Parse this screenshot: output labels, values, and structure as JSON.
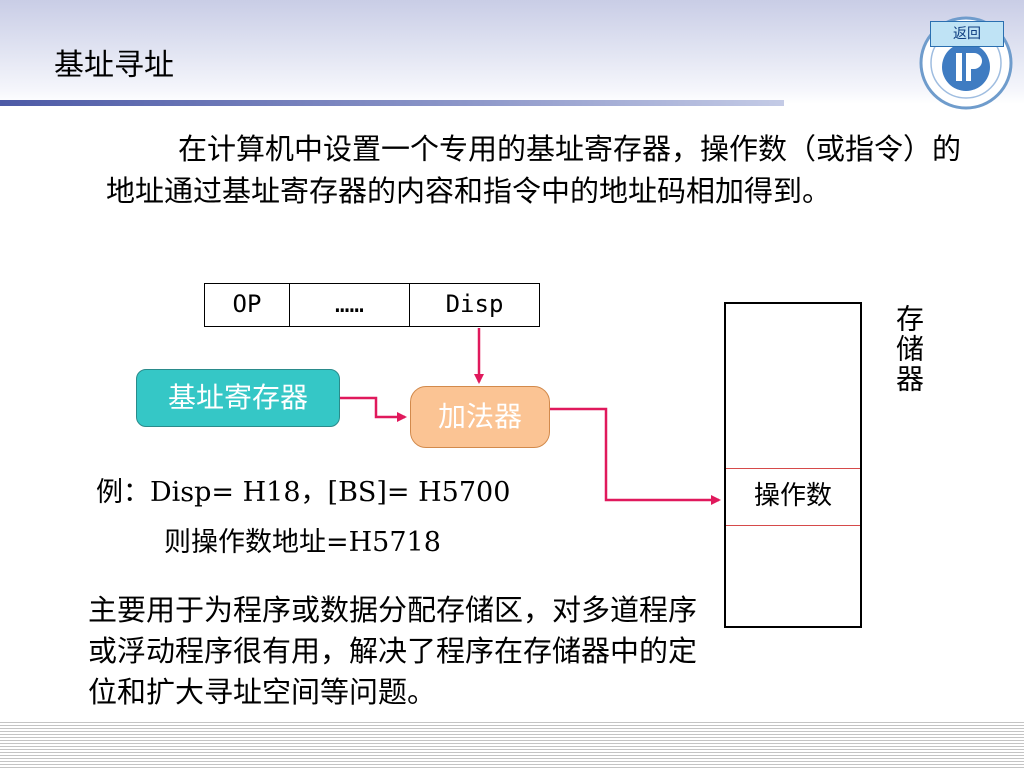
{
  "header": {
    "title": "基址寻址",
    "back_label": "返回"
  },
  "intro": {
    "text": "在计算机中设置一个专用的基址寄存器，操作数（或指令）的地址通过基址寄存器的内容和指令中的地址码相加得到。"
  },
  "diagram": {
    "instruction_fields": [
      "OP",
      "……",
      "Disp"
    ],
    "base_register_label": "基址寄存器",
    "adder_label": "加法器",
    "memory_label": "存储器",
    "operand_label": "操作数",
    "colors": {
      "base_register_fill": "#35c7c6",
      "adder_fill": "#fbc494",
      "arrow": "#e0195c",
      "operand_border": "#d64a4a"
    }
  },
  "example": {
    "line1": "例：Disp= H18，[BS]= H5700",
    "line2": "则操作数地址=H5718"
  },
  "summary": {
    "text": "主要用于为程序或数据分配存储区，对多道程序或浮动程序很有用，解决了程序在存储器中的定位和扩大寻址空间等问题。"
  },
  "logo": {
    "icon": "university-seal-icon"
  }
}
